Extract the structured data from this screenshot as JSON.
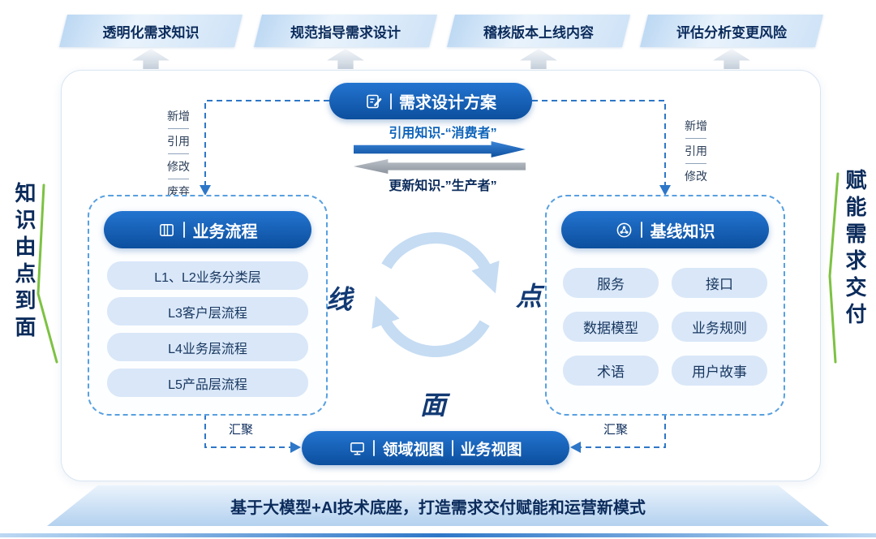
{
  "banners": {
    "items": [
      {
        "label": "透明化需求知识"
      },
      {
        "label": "规范指导需求设计"
      },
      {
        "label": "稽核版本上线内容"
      },
      {
        "label": "评估分析变更风险"
      }
    ]
  },
  "design_plan": {
    "title": "需求设计方案",
    "consume_label": "引用知识-“消费者”",
    "produce_label": "更新知识-”生产者”"
  },
  "left_ops": {
    "items": [
      "新增",
      "引用",
      "修改",
      "废弃"
    ]
  },
  "right_ops": {
    "items": [
      "新增",
      "引用",
      "修改"
    ]
  },
  "process_panel": {
    "title": "业务流程",
    "items": [
      "L1、L2业务分类层",
      "L3客户层流程",
      "L4业务层流程",
      "L5产品层流程"
    ]
  },
  "knowledge_panel": {
    "title": "基线知识",
    "items": [
      "服务",
      "接口",
      "数据模型",
      "业务规则",
      "术语",
      "用户故事"
    ]
  },
  "cycle": {
    "line": "线",
    "point": "点",
    "plane": "面"
  },
  "view_bar": {
    "domain": "领域视图",
    "business": "业务视图"
  },
  "converge": {
    "left": "汇聚",
    "right": "汇聚"
  },
  "side_text": {
    "left": "知识由点到面",
    "right": "赋能需求交付"
  },
  "footer": {
    "seg1": "基于",
    "seg2": "大模型+AI",
    "seg3": "技术底座，打造需求交付赋能和运营新模式"
  },
  "icons": {
    "design_plan": "doc-pen-icon",
    "process_panel": "book-lines-icon",
    "knowledge_panel": "network-circle-icon",
    "view_bar": "monitor-icon",
    "cycle": "rotating-arrows-icon"
  },
  "colors": {
    "primary_blue": "#0D5BAB",
    "pill_light": "#D9E7F8",
    "navy_text": "#0B2B5B",
    "green_accent": "#7DC242",
    "gray_arrow": "#8D949D"
  }
}
